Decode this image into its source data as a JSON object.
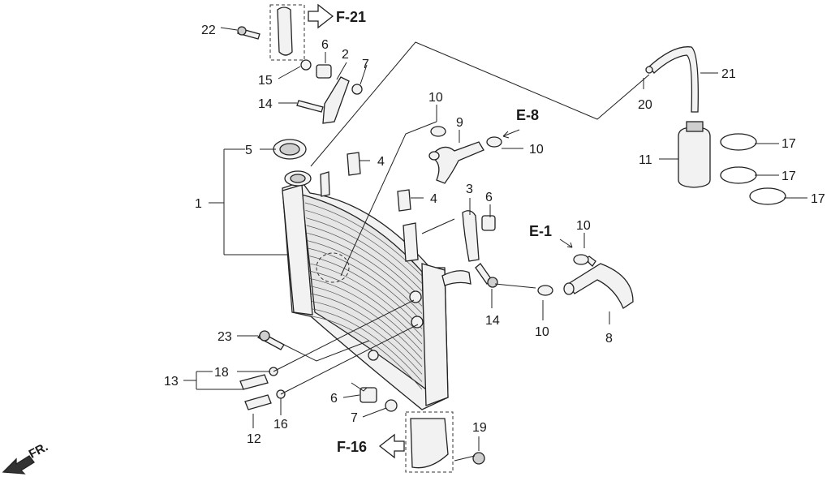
{
  "callouts": {
    "c1": "1",
    "c2": "2",
    "c3": "3",
    "c4a": "4",
    "c4b": "4",
    "c5": "5",
    "c6a": "6",
    "c6b": "6",
    "c6c": "6",
    "c7a": "7",
    "c7b": "7",
    "c8": "8",
    "c9": "9",
    "c10a": "10",
    "c10b": "10",
    "c10c": "10",
    "c10d": "10",
    "c11": "11",
    "c12": "12",
    "c13": "13",
    "c14a": "14",
    "c14b": "14",
    "c15": "15",
    "c16": "16",
    "c17a": "17",
    "c17b": "17",
    "c17c": "17",
    "c18": "18",
    "c19": "19",
    "c20": "20",
    "c21": "21",
    "c22": "22",
    "c23": "23"
  },
  "refs": {
    "f21": "F-21",
    "e8": "E-8",
    "e1": "E-1",
    "f16": "F-16"
  },
  "front_marker": "FR."
}
